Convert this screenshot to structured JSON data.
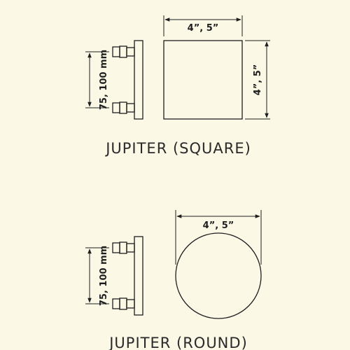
{
  "colors": {
    "background": "#fbf8e6",
    "line": "#1e1e1e"
  },
  "square": {
    "title": "JUPITER (SQUARE)",
    "width_label": "4”, 5”",
    "height_label": "4”, 5”",
    "projection_label": "75, 100 mm"
  },
  "round": {
    "title": "JUPITER (ROUND)",
    "diameter_label": "4”, 5”",
    "projection_label": "75, 100 mm"
  }
}
